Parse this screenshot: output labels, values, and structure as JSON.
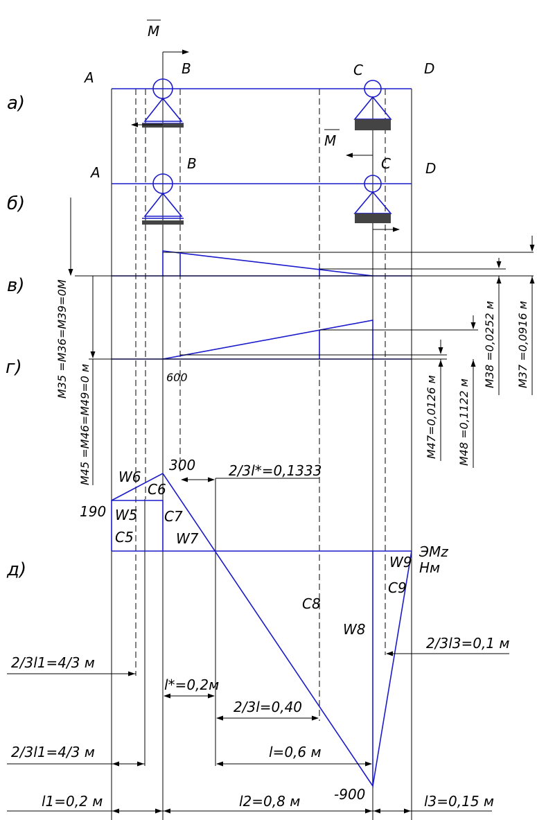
{
  "figure": {
    "panels": {
      "a": "а)",
      "b": "б)",
      "v": "в)",
      "g": "г)",
      "d": "д)"
    },
    "points": {
      "A": "A",
      "B": "B",
      "C": "C",
      "D": "D"
    },
    "moment_symbol": "M",
    "v_labels": {
      "m38": "M38 =0,0252 м",
      "m37": "M37 =0,0916 м"
    },
    "g_labels": {
      "m47": "M47=0,0126 м",
      "m48": "M48 =0,1122 м",
      "val600": "600"
    },
    "left_labels": {
      "m3": "M35 =M36=M39=0M",
      "m4": "M45 =M46=M49=0 м"
    },
    "d_labels": {
      "val190": "190",
      "val300": "300",
      "valneg900": "-900",
      "W5": "W5",
      "W6": "W6",
      "W7": "W7",
      "W8": "W8",
      "W9": "W9",
      "C5": "C5",
      "C6": "C6",
      "C7": "C7",
      "C8": "C8",
      "C9": "C9",
      "emz": "ЭMz",
      "nm": "Нм",
      "d_lstar": "2/3l*=0,1333",
      "d_l3": "2/3l3=0,1 м",
      "d_l1a": "2/3l1=4/3 м",
      "d_lstar2": "l*=0,2м",
      "d_l": "2/3l=0,40",
      "d_l1b": "2/3l1=4/3 м",
      "d_l06": "l=0,6 м",
      "d_L1": "l1=0,2 м",
      "d_L2": "l2=0,8 м",
      "d_L3": "l3=0,15 м"
    }
  }
}
